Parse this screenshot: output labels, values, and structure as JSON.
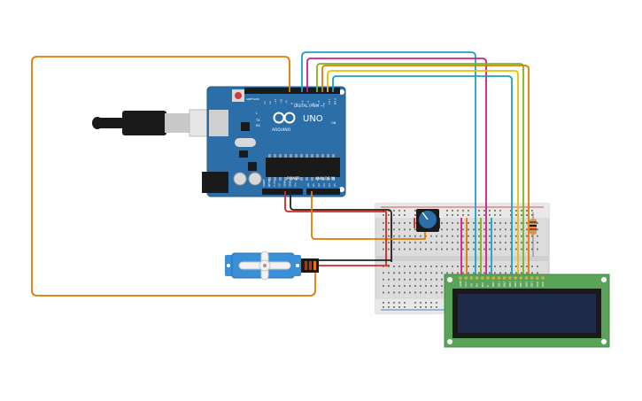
{
  "arduino": {
    "brand": "ARDUINO",
    "model": "UNO",
    "digital_label": "DIGITAL (PWM ~)",
    "power_label": "POWER",
    "analog_label": "ANALOG IN",
    "tx_label": "TX",
    "rx_label": "RX",
    "l_label": "L",
    "aref_label": "AREF",
    "gnd_label": "GND",
    "on_label": "ON",
    "pin_labels_top": [
      "13",
      "12",
      "~11",
      "~10",
      "~9",
      "8",
      "7",
      "~6",
      "~5",
      "4",
      "~3",
      "2",
      "TX 1",
      "RX 0"
    ],
    "pin_labels_power": [
      "IOREF",
      "RESET",
      "3.3V",
      "5V",
      "GND",
      "GND",
      "Vin"
    ],
    "pin_labels_analog": [
      "A0",
      "A1",
      "A2",
      "A3",
      "A4",
      "A5"
    ]
  },
  "lcd": {
    "pin_labels": [
      "GND",
      "VCC",
      "V0",
      "RS",
      "RW",
      "E",
      "DB0",
      "DB1",
      "DB2",
      "DB3",
      "DB4",
      "DB5",
      "DB6",
      "DB7",
      "LED",
      "LED"
    ]
  },
  "colors": {
    "wire_orange": "#e07b00",
    "wire_blue": "#1aa0c8",
    "wire_magenta": "#d01c8b",
    "wire_green": "#7cb518",
    "wire_yellow": "#e8c000",
    "wire_red": "#d42a1e",
    "wire_black": "#222222",
    "board_blue": "#2b6ea8",
    "lcd_green": "#5aa45a",
    "lcd_screen": "#1f2a4a",
    "servo_blue": "#3a8fd6"
  }
}
